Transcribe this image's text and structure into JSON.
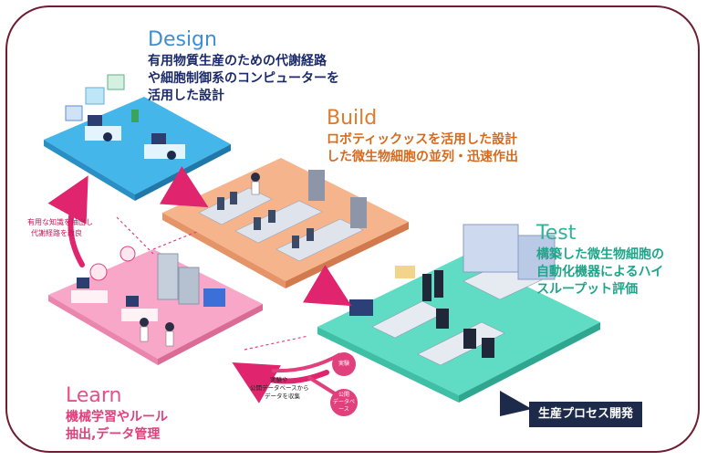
{
  "design": {
    "title": "Design",
    "desc_line1": "有用物質生産のための代謝経路",
    "desc_line2": "や細胞制御系のコンピューターを",
    "desc_line3": "活用した設計"
  },
  "build": {
    "title": "Build",
    "desc_line1": "ロボティックッスを活用した設計",
    "desc_line2": "した微生物細胞の並列・迅速作出"
  },
  "test": {
    "title": "Test",
    "desc_line1": "構築した微生物細胞の",
    "desc_line2": "自動化機器によるハイ",
    "desc_line3": "スループット評価"
  },
  "learn": {
    "title": "Learn",
    "desc_line1": "機械学習やルール",
    "desc_line2": "抽出,データ管理"
  },
  "annotations": {
    "knowledge_line1": "有用な知識を抽出し",
    "knowledge_line2": "代謝経路を改良",
    "data_line1": "実験や",
    "data_line2": "公開データベースから",
    "data_line3": "データを収集",
    "node_experiment": "実験",
    "node_public_db_line1": "公開",
    "node_public_db_line2": "データベース"
  },
  "banner": {
    "label": "生産プロセス開発"
  },
  "colors": {
    "frame": "#6e1d33",
    "design_floor": "#45b6ea",
    "build_floor": "#f6b48c",
    "test_floor": "#5fdcc3",
    "learn_floor": "#f8a7c8",
    "arrow": "#e0246d",
    "banner": "#1d2a4a"
  }
}
